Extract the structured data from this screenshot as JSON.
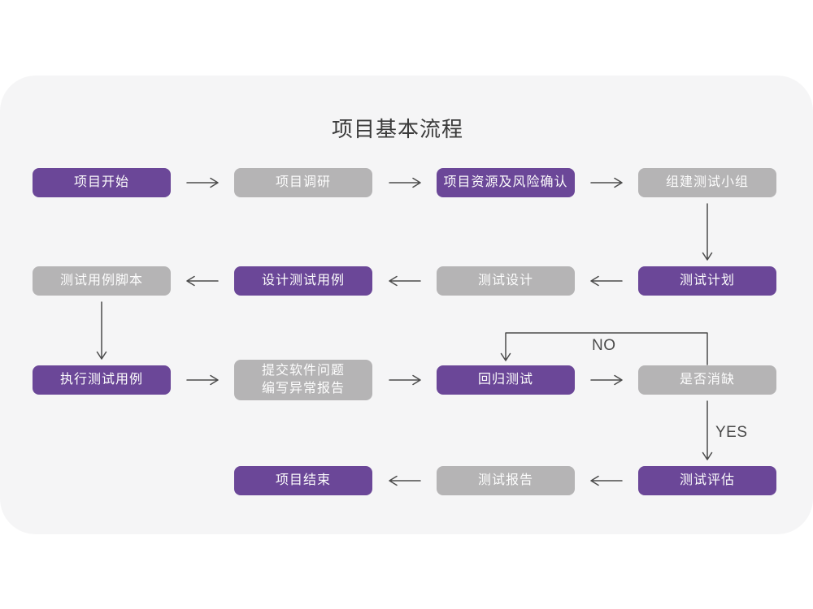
{
  "page": {
    "background": "#ffffff",
    "panel_background": "#f5f5f6"
  },
  "flowchart": {
    "title": "项目基本流程",
    "colors": {
      "node_primary": "#6b4798",
      "node_secondary": "#b5b4b5",
      "node_text": "#ffffff",
      "arrow": "#4c4c4c",
      "title_text": "#3a3a3a"
    },
    "nodes": [
      {
        "id": "project-start",
        "label": "项目开始",
        "variant": "purple"
      },
      {
        "id": "project-research",
        "label": "项目调研",
        "variant": "gray"
      },
      {
        "id": "resource-risk-confirm",
        "label": "项目资源及风险确认",
        "variant": "purple"
      },
      {
        "id": "build-test-team",
        "label": "组建测试小组",
        "variant": "gray"
      },
      {
        "id": "test-plan",
        "label": "测试计划",
        "variant": "purple"
      },
      {
        "id": "test-design",
        "label": "测试设计",
        "variant": "gray"
      },
      {
        "id": "design-test-cases",
        "label": "设计测试用例",
        "variant": "purple"
      },
      {
        "id": "test-case-script",
        "label": "测试用例脚本",
        "variant": "gray"
      },
      {
        "id": "execute-test-cases",
        "label": "执行测试用例",
        "variant": "purple"
      },
      {
        "id": "submit-issue-report",
        "label": "提交软件问题\n编写异常报告",
        "variant": "gray"
      },
      {
        "id": "regression-test",
        "label": "回归测试",
        "variant": "purple"
      },
      {
        "id": "defect-cleared",
        "label": "是否消缺",
        "variant": "gray"
      },
      {
        "id": "test-evaluation",
        "label": "测试评估",
        "variant": "purple"
      },
      {
        "id": "test-report",
        "label": "测试报告",
        "variant": "gray"
      },
      {
        "id": "project-end",
        "label": "项目结束",
        "variant": "purple"
      }
    ],
    "edge_labels": {
      "no": "NO",
      "yes": "YES"
    }
  }
}
